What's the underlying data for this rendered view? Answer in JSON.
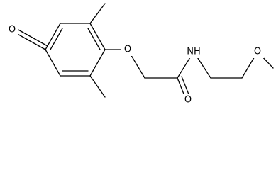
{
  "molecule": {
    "atoms": {
      "aldehyde_oxygen": "O",
      "ether_oxygen": "O",
      "amide_nitrogen": "NH",
      "amide_oxygen": "O",
      "methoxy_oxygen": "O"
    }
  },
  "colors": {
    "bond": "#000000",
    "background": "#ffffff"
  }
}
